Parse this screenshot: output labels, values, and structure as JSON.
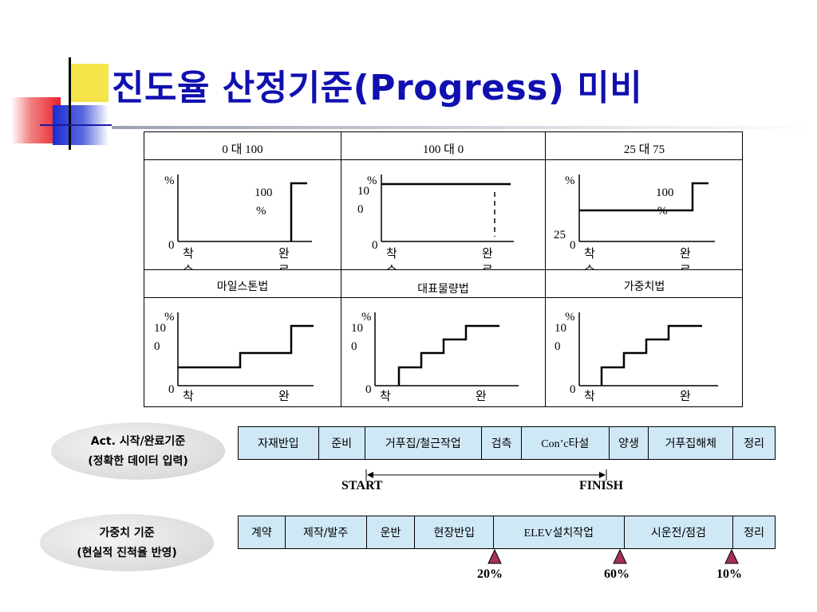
{
  "title": "진도율 산정기준(Progress) 미비",
  "grid": {
    "headers": [
      "0 대 100",
      "100 대 0",
      "25 대 75"
    ],
    "methods": [
      "마일스톤법",
      "대표물량법",
      "가중치법"
    ],
    "pct_label": "%",
    "zero_label": "0",
    "start_label": [
      "착",
      "수"
    ],
    "end_label": [
      "완",
      "료"
    ],
    "hundred_split": [
      "10",
      "0"
    ],
    "hundred_pct": [
      "100",
      "%"
    ],
    "twentyfive": "25"
  },
  "act_section": {
    "oval_line1": "Act. 시작/완료기준",
    "oval_line2": "(정확한 데이터 입력)",
    "steps": [
      "자재반입",
      "준비",
      "거푸집/철근작업",
      "검측",
      "Con’c타설",
      "양생",
      "거푸집해체",
      "정리"
    ],
    "start_label": "START",
    "finish_label": "FINISH"
  },
  "weight_section": {
    "oval_line1": "가중치 기준",
    "oval_line2": "(현실적 진척율 반영)",
    "steps": [
      "계약",
      "제작/발주",
      "운반",
      "현장반입",
      "ELEV설치작업",
      "시운전/점검",
      "정리"
    ],
    "markers": [
      "20%",
      "60%",
      "10%"
    ],
    "marker_color": "#a8305a"
  },
  "colors": {
    "title": "#1010b0",
    "step_fill": "#cfe8f6"
  }
}
